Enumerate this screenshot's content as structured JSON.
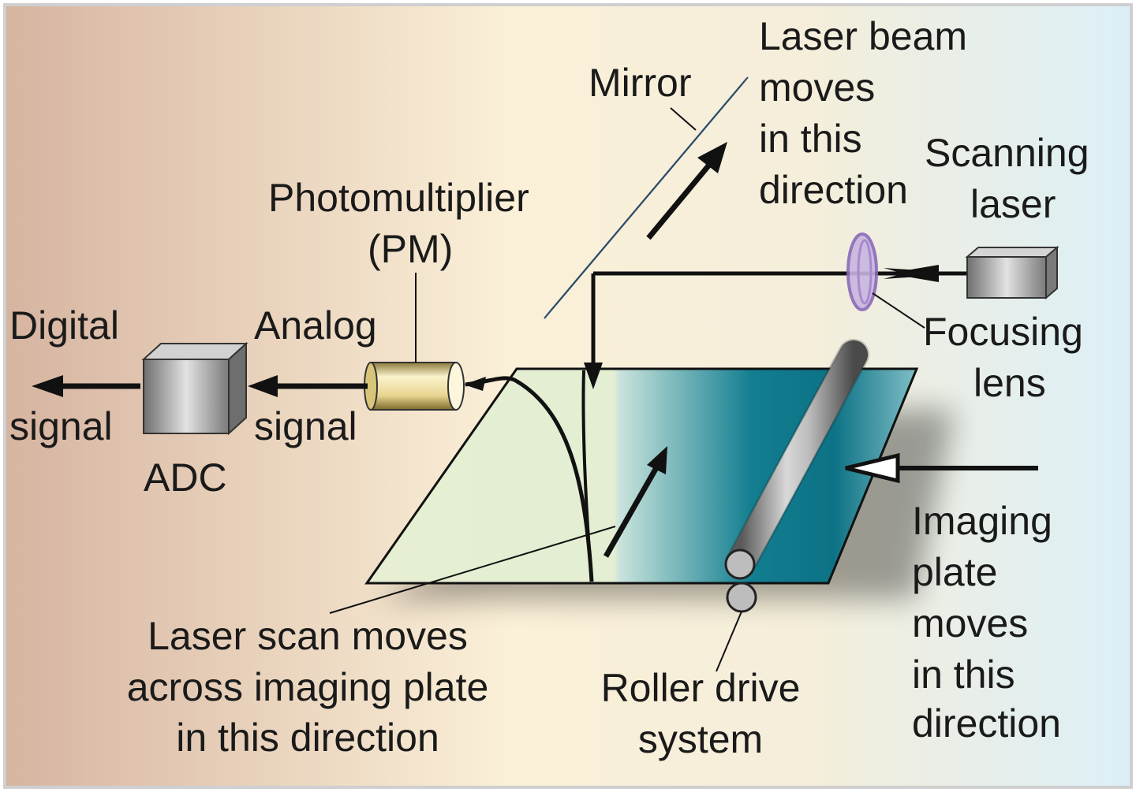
{
  "labels": {
    "laser_beam_moves": [
      "Laser beam",
      "moves",
      "in this",
      "direction"
    ],
    "mirror": [
      "Mirror"
    ],
    "scanning_laser": [
      "Scanning",
      "laser"
    ],
    "photomultiplier": [
      "Photomultiplier",
      "(PM)"
    ],
    "digital_signal": [
      "Digital",
      "signal"
    ],
    "analog_signal": [
      "Analog",
      "signal"
    ],
    "adc": [
      "ADC"
    ],
    "focusing_lens": [
      "Focusing",
      "lens"
    ],
    "imaging_plate_moves": [
      "Imaging",
      "plate",
      "moves",
      "in this",
      "direction"
    ],
    "laser_scan_moves": [
      "Laser scan moves",
      "across imaging plate",
      "in this direction"
    ],
    "roller_drive_system": [
      "Roller drive",
      "system"
    ]
  },
  "colors": {
    "background_left": "#d8b8a4",
    "background_mid": "#fbf0d8",
    "background_right": "#e0f0f6",
    "plate_light": "#e4eed0",
    "plate_dark": "#0e7a8c",
    "lens": "#9b7fc0",
    "box_gray": "#9a9a9a",
    "pm_yellow": "#efe2a8",
    "line": "#111111"
  }
}
